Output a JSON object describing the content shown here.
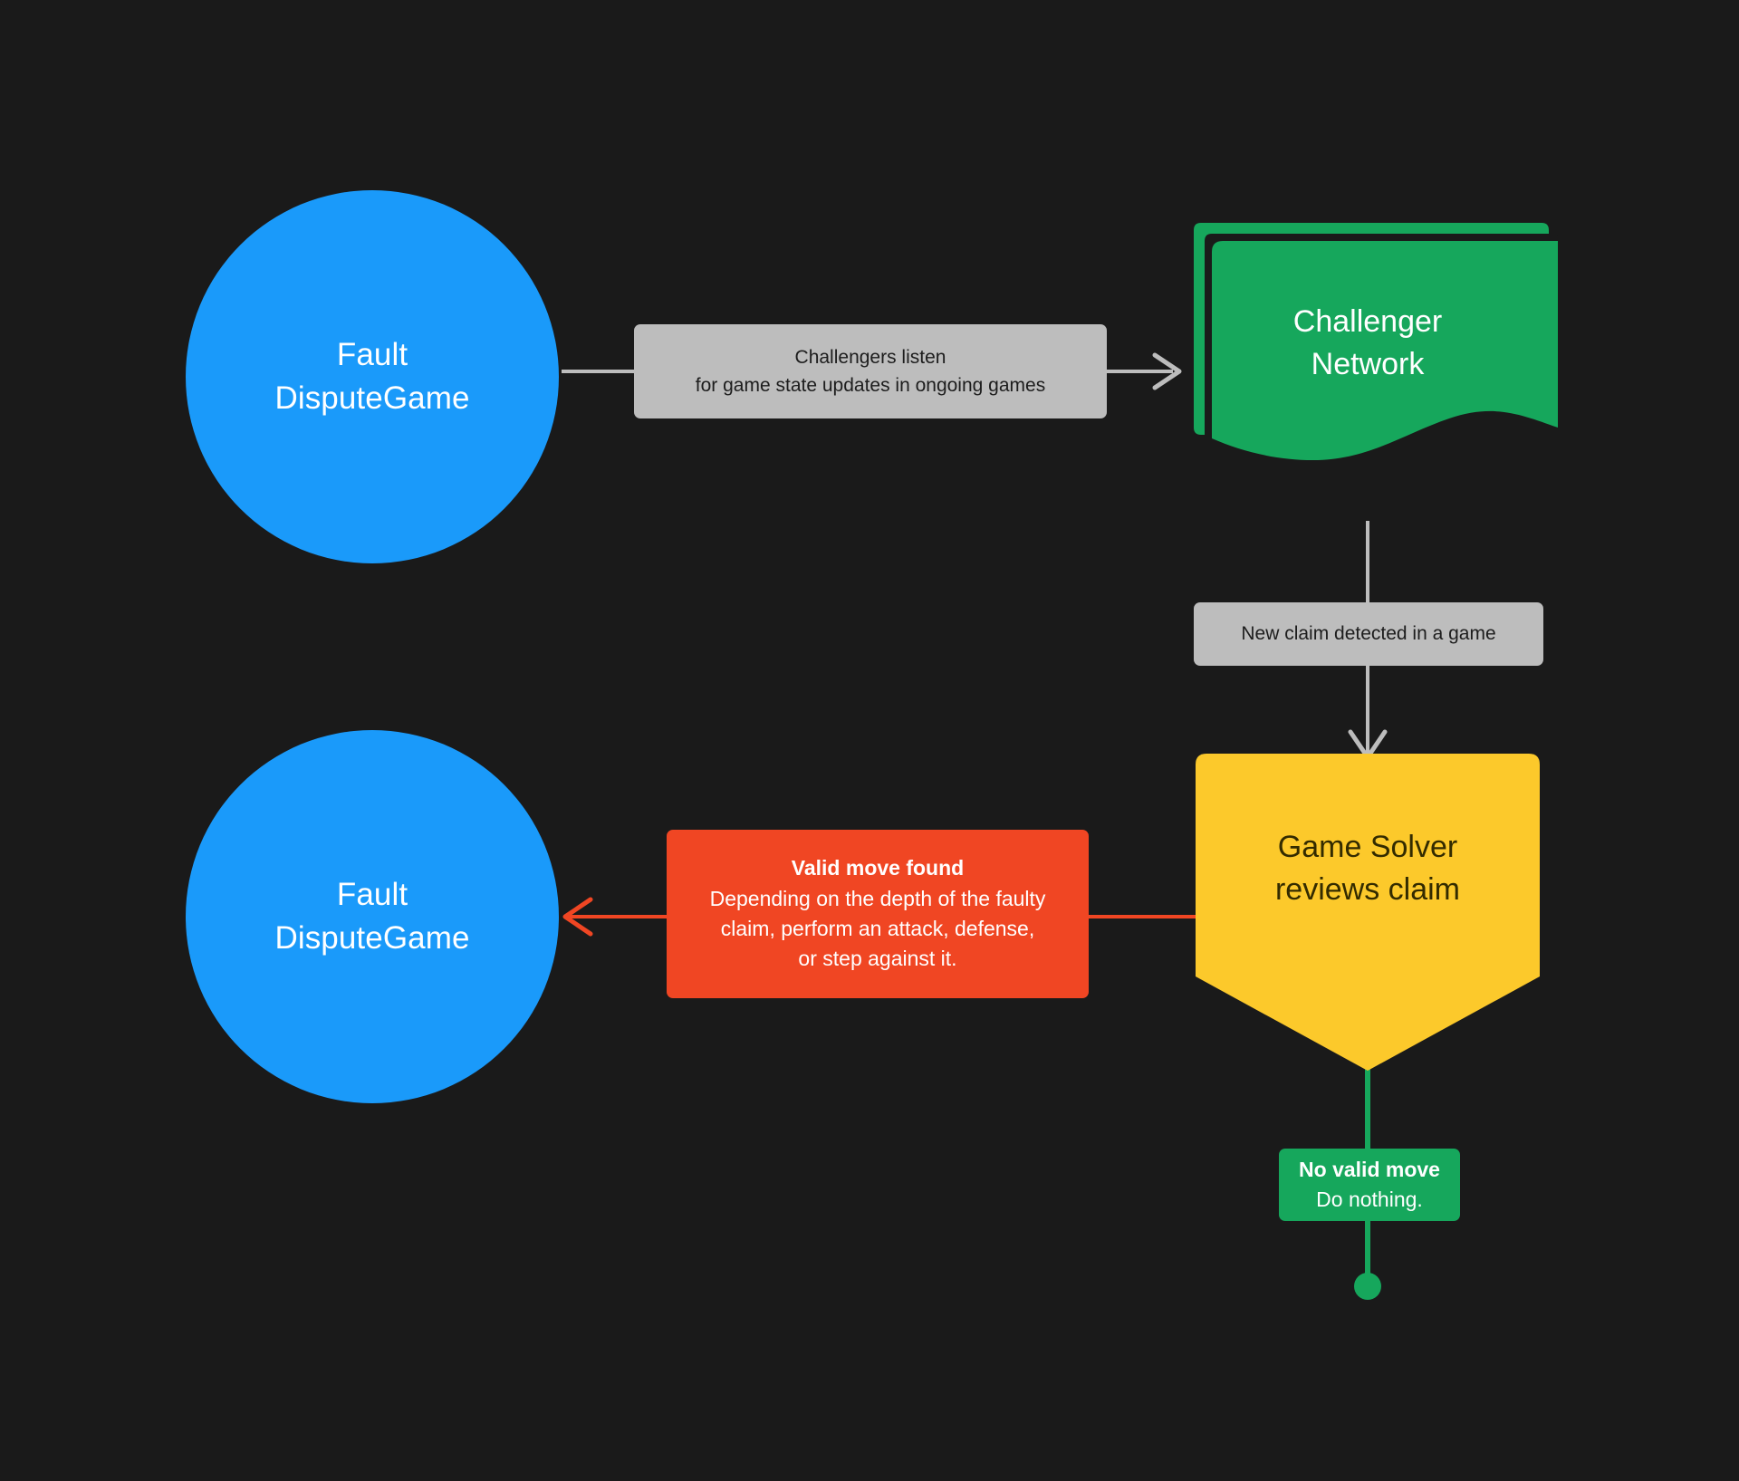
{
  "diagram": {
    "background_color": "#1a1a1a",
    "nodes": [
      {
        "id": "fault-dispute-game-top",
        "shape": "circle",
        "color": "#1a9afa",
        "text_color": "#ffffff",
        "lines": [
          "Fault",
          "DisputeGame"
        ]
      },
      {
        "id": "challenger-network",
        "shape": "multi-document",
        "color": "#16a75c",
        "text_color": "#ffffff",
        "lines": [
          "Challenger",
          "Network"
        ]
      },
      {
        "id": "game-solver",
        "shape": "pentagon",
        "color": "#fcc92b",
        "text_color": "#332b00",
        "lines": [
          "Game Solver",
          "reviews claim"
        ]
      },
      {
        "id": "fault-dispute-game-bottom",
        "shape": "circle",
        "color": "#1a9afa",
        "text_color": "#ffffff",
        "lines": [
          "Fault",
          "DisputeGame"
        ]
      }
    ],
    "edges": [
      {
        "id": "listen-edge",
        "from": "fault-dispute-game-top",
        "to": "challenger-network",
        "color": "#bdbdbd",
        "direction": "right",
        "label": {
          "style": "gray",
          "lines": [
            {
              "text": "Challengers listen",
              "bold": false
            },
            {
              "text": "for game state updates in ongoing games",
              "bold": false
            }
          ]
        }
      },
      {
        "id": "new-claim-edge",
        "from": "challenger-network",
        "to": "game-solver",
        "color": "#bdbdbd",
        "direction": "down",
        "label": {
          "style": "gray",
          "lines": [
            {
              "text": "New claim detected in a game",
              "bold": false
            }
          ]
        }
      },
      {
        "id": "valid-move-edge",
        "from": "game-solver",
        "to": "fault-dispute-game-bottom",
        "color": "#f04623",
        "direction": "left",
        "label": {
          "style": "orange",
          "lines": [
            {
              "text": "Valid move found",
              "bold": true
            },
            {
              "text": "Depending on the depth of the faulty",
              "bold": false
            },
            {
              "text": "claim, perform an attack, defense,",
              "bold": false
            },
            {
              "text": "or step against it.",
              "bold": false
            }
          ]
        }
      },
      {
        "id": "no-valid-move-edge",
        "from": "game-solver",
        "to": "terminal-dot",
        "color": "#16a75c",
        "direction": "down",
        "terminator": "dot",
        "label": {
          "style": "green",
          "lines": [
            {
              "text": "No valid move",
              "bold": true
            },
            {
              "text": "Do nothing.",
              "bold": false
            }
          ]
        }
      }
    ]
  }
}
